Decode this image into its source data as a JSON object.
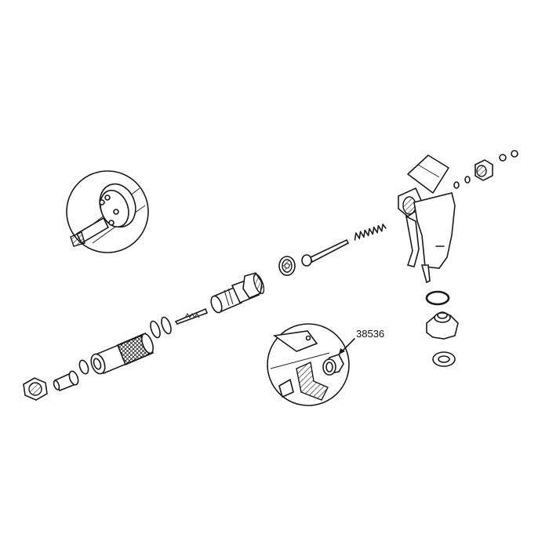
{
  "diagram": {
    "type": "exploded-parts-view",
    "subject": "spray gun assembly",
    "background": "#ffffff",
    "line_color": "#1a1a1a",
    "callouts": [
      {
        "id": "callout-part-number",
        "text": "38536",
        "points_to": "detail-inset-right fitting"
      }
    ],
    "insets": [
      {
        "id": "detail-inset-left",
        "depicts": "nozzle shaft with perforated disk and seal ring"
      },
      {
        "id": "detail-inset-right",
        "depicts": "cut-away trigger body with fitting 38536"
      }
    ],
    "parts_left_to_right": [
      "hex nut",
      "nozzle tip",
      "snap ring",
      "knurled barrel",
      "o-ring",
      "o-ring",
      "needle",
      "valve body",
      "packing",
      "needle rod",
      "spring",
      "gun body with trigger",
      "washer",
      "clip",
      "adapter nut",
      "small nut",
      "small nut",
      "o-ring (lower)",
      "inlet fitting",
      "flat washer"
    ]
  }
}
